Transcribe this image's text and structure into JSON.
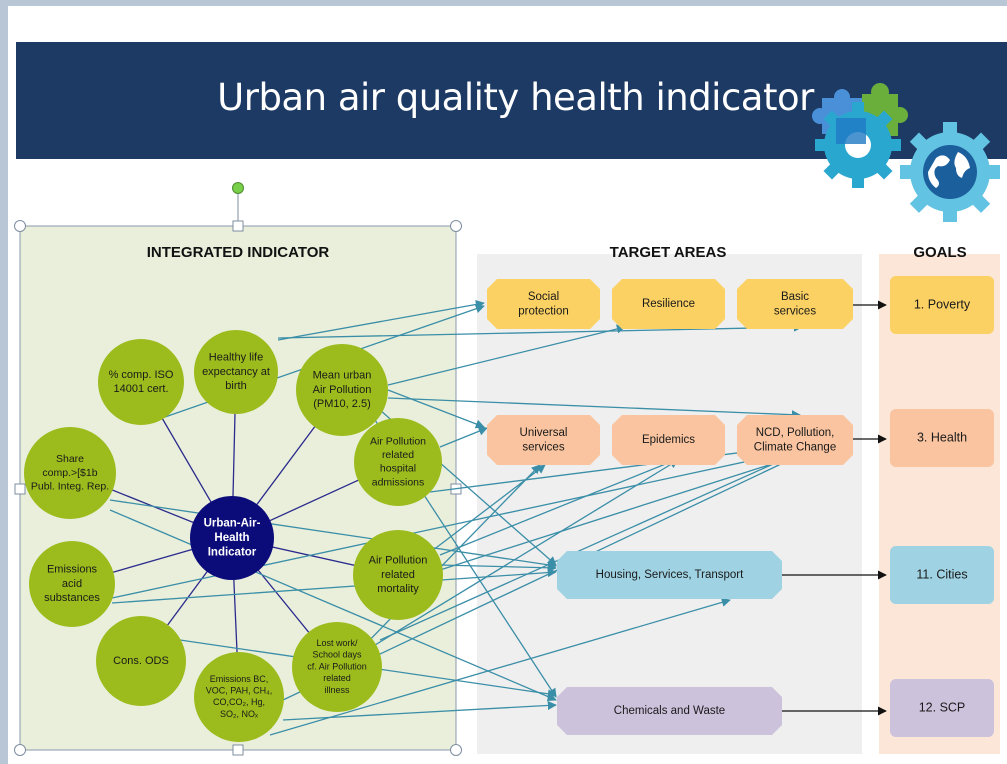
{
  "title": "Urban air quality health indicator",
  "colors": {
    "title_bg": "#1c3a63",
    "integrated_bg": "#eaefdc",
    "target_bg": "#efefef",
    "goals_bg": "#fbe6d8",
    "node_green": "#9cbc1d",
    "center_node": "#0b0b7a",
    "arrow_teal": "#3a8ea7",
    "spoke": "#2b2b8c",
    "yellow": "#fbd163",
    "orange": "#f9c49f",
    "blue": "#9fd3e3",
    "lavender": "#cdc2dc"
  },
  "columns": {
    "integrated": "INTEGRATED INDICATOR",
    "target": "TARGET AREAS",
    "goals": "GOALS"
  },
  "center_node": {
    "label": "Urban-Air-Health Indicator",
    "lines": [
      "Urban-Air-",
      "Health",
      "Indicator"
    ]
  },
  "indicators": [
    {
      "id": "healthy-life",
      "lines": [
        "Healthy life",
        "expectancy at",
        "birth"
      ]
    },
    {
      "id": "mean-urban",
      "lines": [
        "Mean urban",
        "Air Pollution",
        "(PM10, 2.5)"
      ]
    },
    {
      "id": "iso",
      "lines": [
        "% comp. ISO",
        "14001 cert."
      ]
    },
    {
      "id": "hospital",
      "lines": [
        "Air Pollution",
        "related",
        "hospital",
        "admissions"
      ]
    },
    {
      "id": "share-comp",
      "lines": [
        "Share",
        "comp.>[$1b",
        "Publ. Integ. Rep."
      ]
    },
    {
      "id": "mortality",
      "lines": [
        "Air Pollution",
        "related",
        "mortality"
      ]
    },
    {
      "id": "emissions-acid",
      "lines": [
        "Emissions",
        "acid",
        "substances"
      ]
    },
    {
      "id": "cons-ods",
      "lines": [
        "Cons. ODS"
      ]
    },
    {
      "id": "emissions-bc",
      "lines": [
        "Emissions  BC,",
        "VOC, PAH, CH₄,",
        "CO,CO₂,  Hg,",
        "SO₂, NOₓ"
      ]
    },
    {
      "id": "lost-work",
      "lines": [
        "Lost work/",
        "School days",
        "cf. Air Pollution",
        "related",
        "illness"
      ]
    }
  ],
  "targets": [
    {
      "id": "social-protection",
      "lines": [
        "Social",
        "protection"
      ]
    },
    {
      "id": "resilience",
      "lines": [
        "Resilience"
      ]
    },
    {
      "id": "basic-services",
      "lines": [
        "Basic",
        "services"
      ]
    },
    {
      "id": "universal-services",
      "lines": [
        "Universal",
        "services"
      ]
    },
    {
      "id": "epidemics",
      "lines": [
        "Epidemics"
      ]
    },
    {
      "id": "ncd",
      "lines": [
        "NCD, Pollution,",
        "Climate Change"
      ]
    },
    {
      "id": "housing",
      "lines": [
        "Housing, Services, Transport"
      ]
    },
    {
      "id": "chemicals",
      "lines": [
        "Chemicals and Waste"
      ]
    }
  ],
  "goals": [
    {
      "id": "poverty",
      "label": "1. Poverty"
    },
    {
      "id": "health",
      "label": "3. Health"
    },
    {
      "id": "cities",
      "label": "11. Cities"
    },
    {
      "id": "scp",
      "label": "12. SCP"
    }
  ]
}
